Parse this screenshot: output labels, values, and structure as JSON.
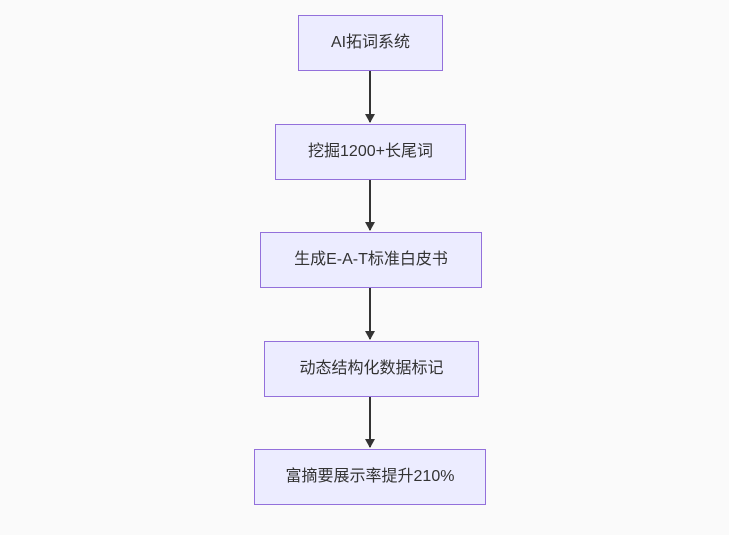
{
  "flowchart": {
    "type": "vertical-flowchart",
    "nodes": [
      {
        "id": "A",
        "label": "AI拓词系统"
      },
      {
        "id": "B",
        "label": "挖掘1200+长尾词"
      },
      {
        "id": "C",
        "label": "生成E-A-T标准白皮书"
      },
      {
        "id": "D",
        "label": "动态结构化数据标记"
      },
      {
        "id": "E",
        "label": "富摘要展示率提升210%"
      }
    ],
    "edges": [
      {
        "from": "A",
        "to": "B"
      },
      {
        "from": "B",
        "to": "C"
      },
      {
        "from": "C",
        "to": "D"
      },
      {
        "from": "D",
        "to": "E"
      }
    ],
    "colors": {
      "background": "#FAFAFA",
      "node_fill": "#ECECFF",
      "node_border": "#9370DB",
      "text": "#333333",
      "arrow": "#333333"
    }
  }
}
